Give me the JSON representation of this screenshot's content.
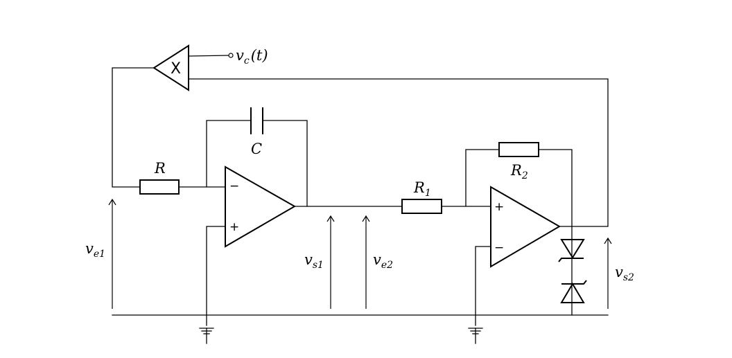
{
  "components": {
    "multiplier_symbol": "X",
    "control_voltage_base": "v",
    "control_voltage_sub": "c",
    "control_voltage_arg": "(t)",
    "resistor_r": "R",
    "capacitor_c": "C",
    "resistor_r1_base": "R",
    "resistor_r1_sub": "1",
    "resistor_r2_base": "R",
    "resistor_r2_sub": "2"
  },
  "opamps": {
    "integrator_minus": "−",
    "integrator_plus": "+",
    "comparator_plus": "+",
    "comparator_minus": "−"
  },
  "voltages": {
    "ve1_base": "v",
    "ve1_sub": "e1",
    "vs1_base": "v",
    "vs1_sub": "s1",
    "ve2_base": "v",
    "ve2_sub": "e2",
    "vs2_base": "v",
    "vs2_sub": "s2"
  }
}
